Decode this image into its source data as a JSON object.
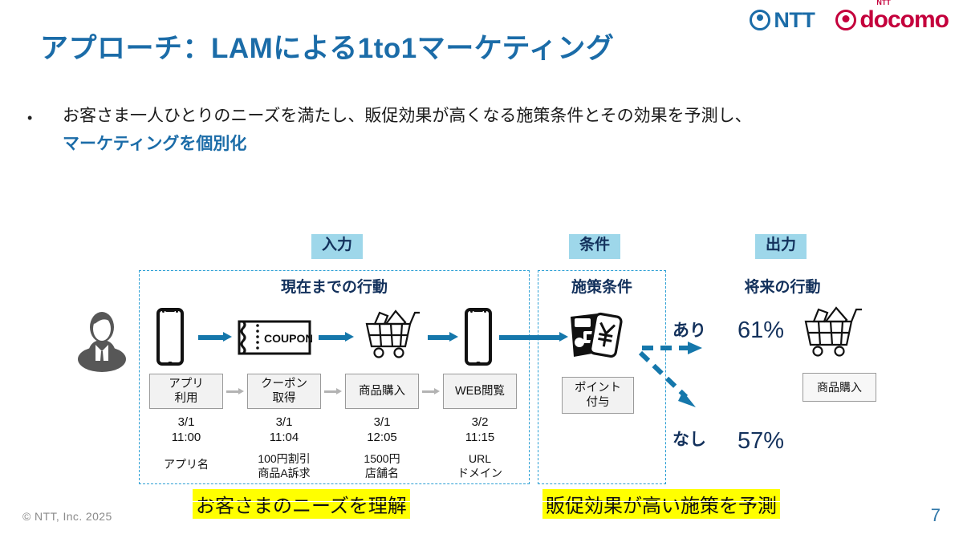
{
  "logos": [
    {
      "name": "ntt-logo",
      "text": "NTT",
      "color": "#1b6ca8",
      "sup": ""
    },
    {
      "name": "docomo-logo",
      "text": "docomo",
      "color": "#c4003c",
      "sup": "NTT"
    }
  ],
  "title": "アプローチ：LAMによる1to1マーケティング",
  "bullet": {
    "marker": "•",
    "line1": "お客さま一人ひとりのニーズを満たし、販促効果が高くなる施策条件とその効果を予測し、",
    "line2": "マーケティングを個別化"
  },
  "tags": {
    "input": "入力",
    "condition": "条件",
    "output": "出力"
  },
  "headings": {
    "input": "現在までの行動",
    "condition": "施策条件",
    "output": "将来の行動"
  },
  "journey": [
    {
      "icon": "smartphone-icon",
      "label": "アプリ\n利用",
      "label_line1": "アプリ",
      "label_line2": "利用",
      "date": "3/1",
      "time": "11:00",
      "detail1": "アプリ名",
      "detail2": ""
    },
    {
      "icon": "coupon-icon",
      "coupon_text": "COUPON",
      "label_line1": "クーポン",
      "label_line2": "取得",
      "date": "3/1",
      "time": "11:04",
      "detail1": "100円割引",
      "detail2": "商品A訴求"
    },
    {
      "icon": "shopping-cart-icon",
      "label_line1": "商品購入",
      "label_line2": "",
      "date": "3/1",
      "time": "12:05",
      "detail1": "1500円",
      "detail2": "店舗名"
    },
    {
      "icon": "smartphone-icon",
      "label_line1": "WEB閲覧",
      "label_line2": "",
      "date": "3/2",
      "time": "11:15",
      "detail1": "URL",
      "detail2": "ドメイン"
    }
  ],
  "condition": {
    "icon": "wallet-yen-card-icon",
    "label_line1": "ポイント",
    "label_line2": "付与"
  },
  "outcomes": [
    {
      "name": "outcome-with",
      "label": "あり",
      "value": "61%"
    },
    {
      "name": "outcome-without",
      "label": "なし",
      "value": "57%"
    }
  ],
  "output_result": {
    "icon": "shopping-cart-icon",
    "label": "商品購入"
  },
  "highlights": {
    "left": "お客さまのニーズを理解",
    "right": "販促効果が高い施策を予測"
  },
  "footer": {
    "copyright": "© NTT, Inc.  2025",
    "page": "7"
  },
  "colors": {
    "title_blue": "#1b6ca8",
    "tag_bg": "#9ed7ea",
    "navy": "#13315c",
    "arrow_blue": "#1577ab",
    "dashed_blue": "#2b9fd4",
    "highlight_yellow": "#ffff00",
    "gray_box": "#f2f2f2"
  }
}
